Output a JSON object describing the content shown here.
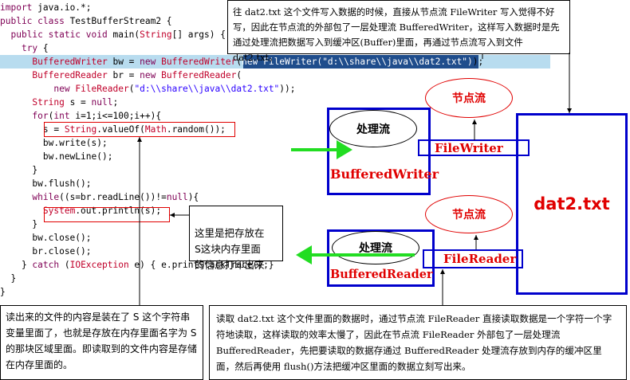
{
  "code": {
    "lines": [
      "import java.io.*;",
      "public class TestBufferStream2 {",
      "  public static void main(String[] args) {",
      "    try {",
      "      BufferedWriter bw = new BufferedWriter(",
      "new FileWriter(\"d:\\\\share\\\\java\\\\dat2.txt\")",
      ");",
      "      BufferedReader br = new BufferedReader(",
      "          new FileReader(\"d:\\\\share\\\\java\\\\dat2.txt\"));",
      "      String s = null;",
      "      for(int i=1;i<=100;i++){",
      "        s = String.valueOf(Math.random());",
      "        bw.write(s);",
      "        bw.newLine();",
      "      }",
      "      bw.flush();",
      "      while((s=br.readLine())!=null){",
      "        System.out.println(s);",
      "      }",
      "      bw.close();",
      "      br.close();",
      "    } catch (IOException e) { e.printStackTrace();}",
      "  }",
      "}"
    ]
  },
  "annotations": {
    "top_note": "往 dat2.txt 这个文件写入数据的时候，直接从节点流 FileWriter 写入觉得不好写，因此在节点流的外部包了一层处理流 BufferedWriter，这样写入数据时是先通过处理流把数据写入到缓冲区(Buffer)里面，再通过节点流写入到文件  dat2.txt。",
    "print_note": "这里是把存放在\nS这块内存里面\n的信息打印出来",
    "bottom_left_note": "读出来的文件的内容是装在了 S 这个字符串变量里面了，也就是存放在内存里面名字为 S 的那块区域里面。即读取到的文件内容是存储在内存里面的。",
    "bottom_right_note": "读取 dat2.txt 这个文件里面的数据时，通过节点流 FileReader 直接读取数据是一个字符一个字符地读取，这样读取的效率太慢了，因此在节点流 FileReader 外部包了一层处理流 BufferedReader，先把要读取的数据存通过 BufferedReader 处理流存放到内存的缓冲区里面，然后再使用 flush()方法把缓冲区里面的数据立刻写出来。"
  },
  "diagram": {
    "processing_stream_label": "处理流",
    "node_stream_label": "节点流",
    "buffered_writer": "BufferedWriter",
    "file_writer": "FileWriter",
    "buffered_reader": "BufferedReader",
    "file_reader": "FileReader",
    "file_name": "dat2.txt"
  },
  "colors": {
    "blue_box": "#0000cc",
    "red": "#e00000",
    "green_arrow": "#22dd22",
    "highlight_bar": "#b8dcef",
    "selection": "#1f4d8c"
  }
}
